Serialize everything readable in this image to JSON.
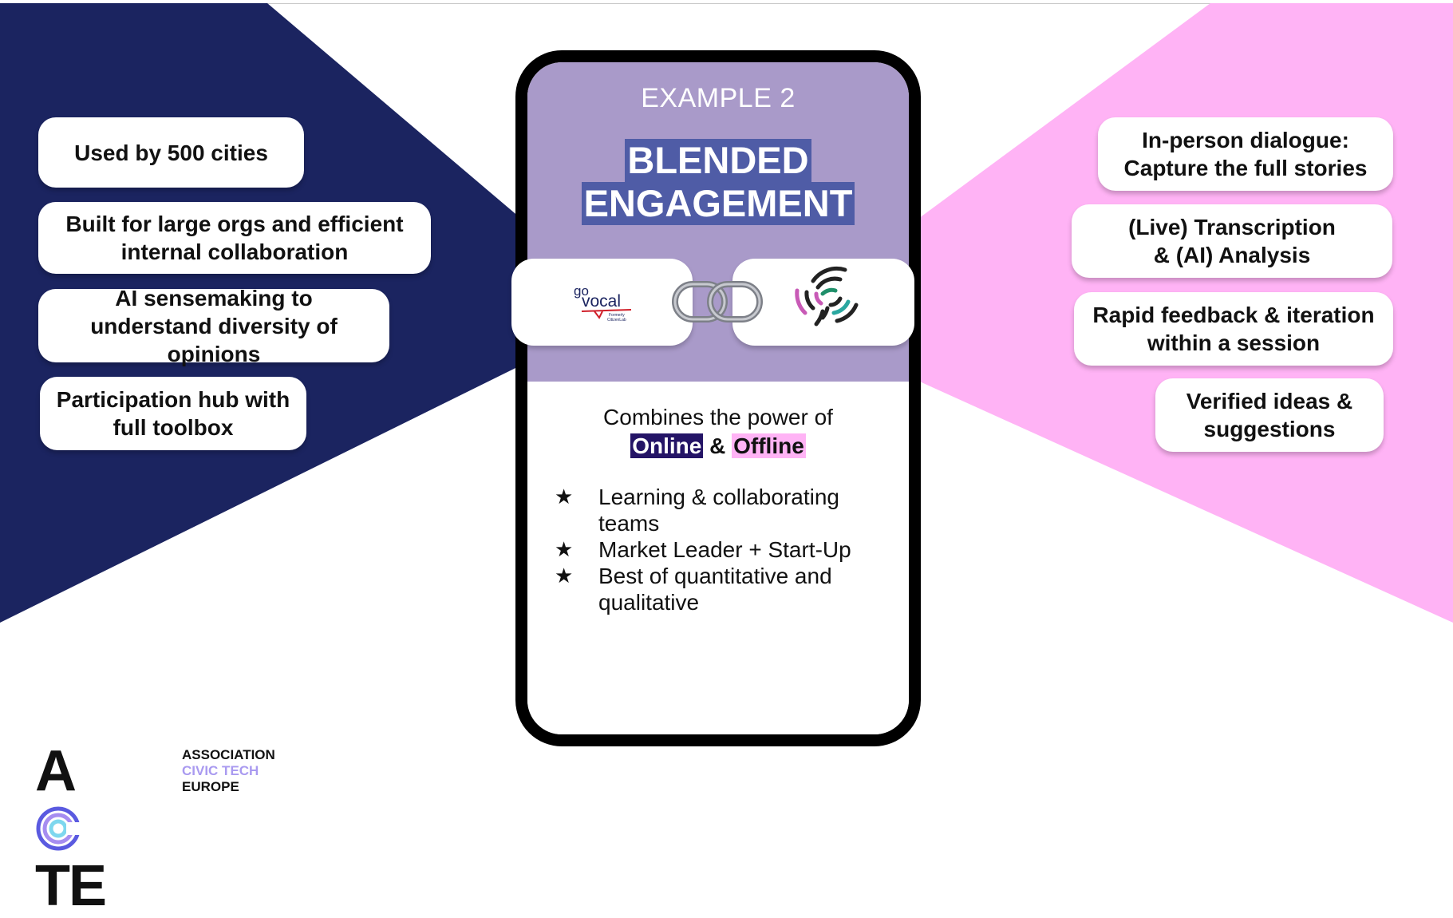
{
  "slide": {
    "colors": {
      "navy": "#1b2460",
      "pink": "#ffb3f5",
      "phone_top": "#a99ac9",
      "title_highlight": "#4f5ca6",
      "online_highlight": "#241466",
      "offline_highlight": "#ffb3f5"
    },
    "left_cards": [
      {
        "lines": [
          "Used by 500 cities"
        ]
      },
      {
        "lines": [
          "Built for large orgs and efficient",
          "internal collaboration"
        ]
      },
      {
        "lines": [
          "AI sensemaking to",
          "understand diversity of",
          "opinions"
        ]
      },
      {
        "lines": [
          "Participation hub with",
          "full toolbox"
        ]
      }
    ],
    "right_cards": [
      {
        "lines": [
          "In-person dialogue:",
          "Capture the full stories"
        ]
      },
      {
        "lines": [
          "(Live) Transcription",
          "& (AI) Analysis"
        ]
      },
      {
        "lines": [
          "Rapid feedback & iteration",
          "within a session"
        ]
      },
      {
        "lines": [
          "Verified ideas &",
          "suggestions"
        ]
      }
    ],
    "phone": {
      "example_label": "EXAMPLE 2",
      "title_line1": "BLENDED",
      "title_line2": "ENGAGEMENT",
      "combines_prefix": "Combines the power of",
      "online": "Online",
      "ampersand": "&",
      "offline": "Offline",
      "bullets": [
        {
          "lines": [
            "Learning & collaborating",
            "teams"
          ]
        },
        {
          "lines": [
            "Market Leader + Start-Up"
          ]
        },
        {
          "lines": [
            "Best of quantitative and",
            "qualitative"
          ]
        }
      ],
      "bullet_icon": "star-icon"
    },
    "logos": {
      "govocal": {
        "go": "go",
        "vocal": "vocal",
        "formerly": "Formerly",
        "citizenlab": "CitizenLab"
      },
      "link_icon": "chain-link-icon",
      "partner_icon": "concentric-arcs-logo"
    },
    "footer": {
      "acte_a": "A",
      "acte_te": "TE",
      "line1": "ASSOCIATION",
      "line2": "CIVIC TECH",
      "line3": "EUROPE",
      "line2_color": "#a99af0"
    }
  }
}
